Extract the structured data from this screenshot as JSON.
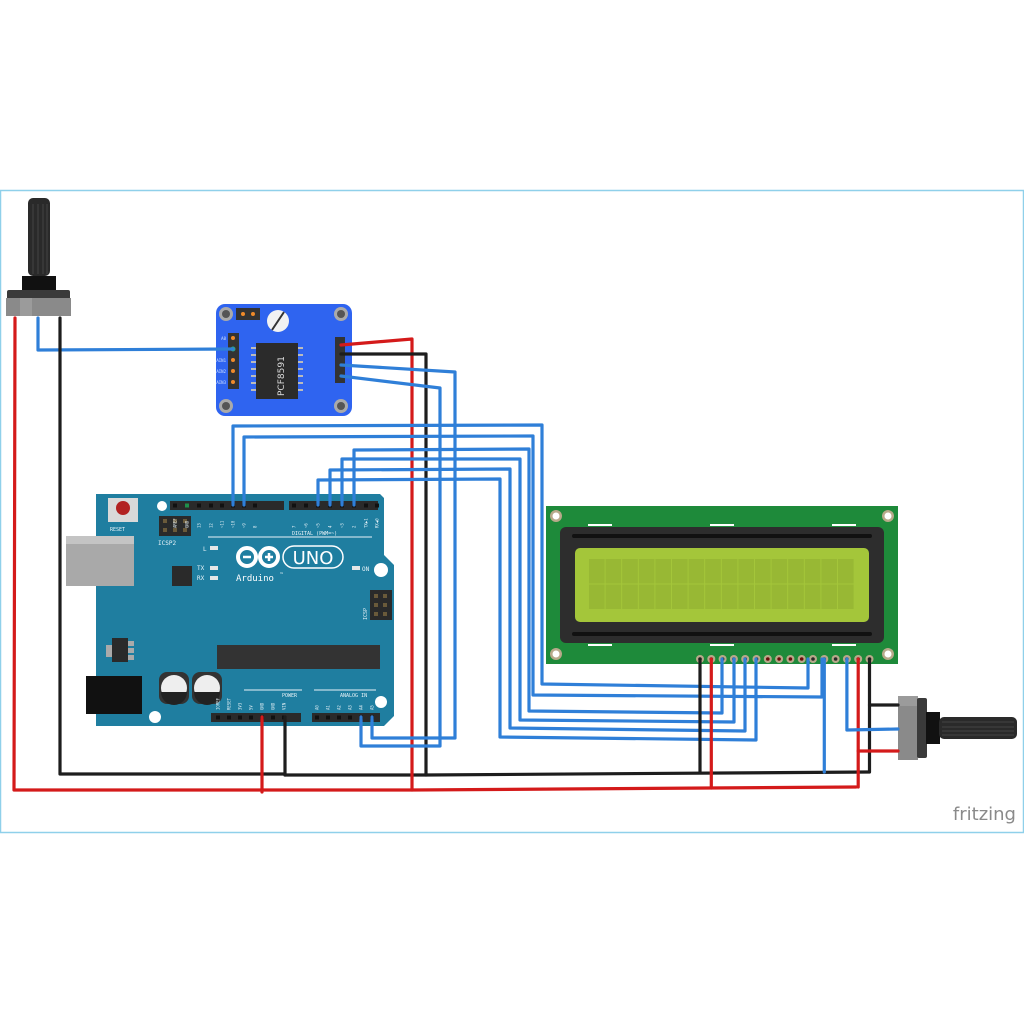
{
  "diagram": {
    "tool_logo": "fritzing",
    "colors": {
      "frame": "#8fd0ea",
      "wire_blue": "#2f7fd8",
      "wire_red": "#d41a1a",
      "wire_black": "#1d1d1d",
      "arduino_board": "#1f7ea0",
      "pcf_board": "#2f64f0",
      "lcd_board": "#1e8a3a",
      "lcd_screen": "#a4c63a"
    }
  },
  "arduino": {
    "brand": "Arduino",
    "tm": "™",
    "model": "UNO",
    "reset_label": "RESET",
    "icsp2_label": "ICSP2",
    "icsp_label": "ICSP",
    "digital_label": "DIGITAL (PWM=~)",
    "power_label": "POWER",
    "analog_label": "ANALOG IN",
    "led_labels": [
      "L",
      "TX",
      "RX"
    ],
    "on_label": "ON",
    "top_pins": [
      "AREF",
      "GND",
      "13",
      "12",
      "~11",
      "~10",
      "~9",
      "8",
      "7",
      "~6",
      "~5",
      "4",
      "~3",
      "2",
      "TX▶1",
      "RX◀0"
    ],
    "power_pins": [
      "IOREF",
      "RESET",
      "3V3",
      "5V",
      "GND",
      "GND",
      "VIN"
    ],
    "analog_pins": [
      "A0",
      "A1",
      "A2",
      "A3",
      "A4",
      "A5"
    ]
  },
  "pcf8591": {
    "chip_label": "PCF8591",
    "input_labels": [
      "A0",
      "",
      "AIN1",
      "AIN2",
      "AIN3"
    ]
  },
  "lcd": {
    "columns": 16,
    "rows": 2,
    "pin_count": 16
  },
  "potentiometers": [
    {
      "name": "pot-left"
    },
    {
      "name": "pot-right"
    }
  ]
}
